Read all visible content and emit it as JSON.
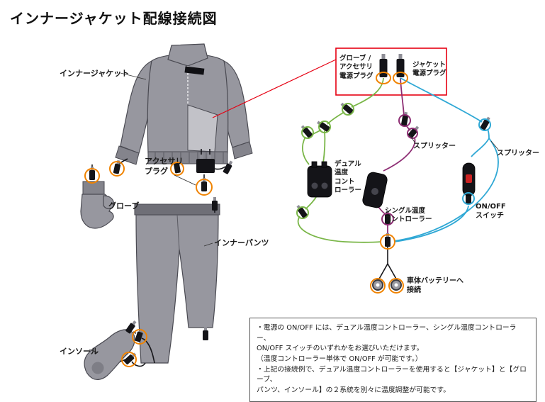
{
  "title": "インナージャケット配線接続図",
  "colors": {
    "accent_red": "#e60012",
    "highlight_orange": "#f08300",
    "wire_green": "#7ab648",
    "wire_purple": "#8e2e74",
    "wire_cyan": "#2fa8d5",
    "garment_gray": "#97979f",
    "garment_dark": "#4a4a52"
  },
  "labels": {
    "inner_jacket": "インナージャケット",
    "accessory_plug": "アクセサリ\nプラグ",
    "glove": "グローブ",
    "inner_pants": "インナーパンツ",
    "insole": "インソール",
    "glove_accessory_power_plug": "グローブ /\nアクセサリ\n電源プラグ",
    "jacket_power_plug": "ジャケット\n電源プラグ",
    "splitter_left": "スプリッター",
    "splitter_right": "スプリッター",
    "dual_controller": "デュアル\n温度\nコント\nローラー",
    "single_controller": "シングル温度\nコントローラー",
    "onoff_switch": "ON/OFF\nスイッチ",
    "battery": "車体バッテリーへ\n接続"
  },
  "notes": {
    "text": "・電源の ON/OFF には、デュアル温度コントローラー、シングル温度コントローラー、\nON/OFF スイッチのいずれかをお選びいただけます。\n（温度コントローラー単体で ON/OFF が可能です。）\n・上記の接続例で、デュアル温度コントローラーを使用すると【ジャケット】と【グローブ、\nパンツ、インソール】の２系統を別々に温度調整が可能です。"
  }
}
